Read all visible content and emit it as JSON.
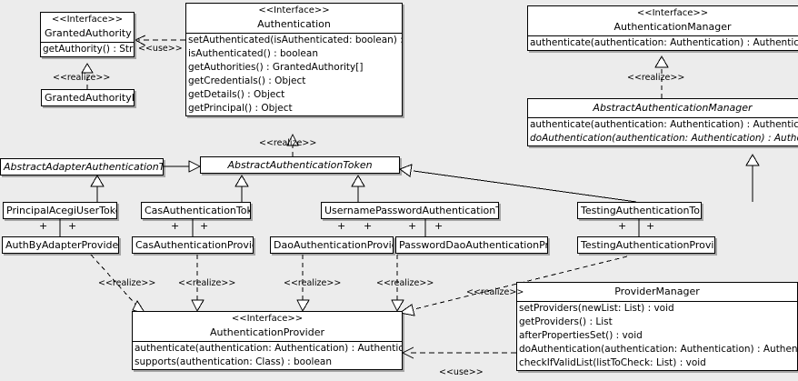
{
  "diagram": {
    "kind": "uml-class-diagram",
    "background": "#ececec",
    "line_color": "#000000",
    "box_fill": "#ffffff"
  },
  "stereotypes": {
    "interface": "<<Interface>>",
    "realize": "<<realize>>",
    "use": "<<use>>"
  },
  "classes": {
    "granted_authority": {
      "stereotype": "<<Interface>>",
      "name": "GrantedAuthority",
      "operations": [
        "getAuthority() : String"
      ]
    },
    "granted_authority_impl": {
      "name": "GrantedAuthorityImpl"
    },
    "authentication": {
      "stereotype": "<<Interface>>",
      "name": "Authentication",
      "operations": [
        "setAuthenticated(isAuthenticated: boolean) : void",
        "isAuthenticated() : boolean",
        "getAuthorities() : GrantedAuthority[]",
        "getCredentials() : Object",
        "getDetails() : Object",
        "getPrincipal() : Object"
      ]
    },
    "authentication_manager": {
      "stereotype": "<<Interface>>",
      "name": "AuthenticationManager",
      "operations": [
        "authenticate(authentication: Authentication) : Authentication"
      ]
    },
    "abstract_authentication_manager": {
      "name": "AbstractAuthenticationManager",
      "operations": [
        "authenticate(authentication: Authentication) : Authentication",
        "doAuthentication(authentication: Authentication) : Authentication"
      ]
    },
    "abstract_adapter_authentication_token": {
      "name": "AbstractAdapterAuthenticationToken"
    },
    "abstract_authentication_token": {
      "name": "AbstractAuthenticationToken"
    },
    "principal_acegi_user_token": {
      "name": "PrincipalAcegiUserToken"
    },
    "cas_authentication_token": {
      "name": "CasAuthenticationToken"
    },
    "username_password_authentication_token": {
      "name": "UsernamePasswordAuthenticationToken"
    },
    "testing_authentication_token": {
      "name": "TestingAuthenticationToken"
    },
    "auth_by_adapter_provider": {
      "name": "AuthByAdapterProvider"
    },
    "cas_authentication_provider": {
      "name": "CasAuthenticationProvider"
    },
    "dao_authentication_provider": {
      "name": "DaoAuthenticationProvider"
    },
    "password_dao_authentication_provider": {
      "name": "PasswordDaoAuthenticationProvider"
    },
    "testing_authentication_provider": {
      "name": "TestingAuthenticationProvider"
    },
    "authentication_provider": {
      "stereotype": "<<Interface>>",
      "name": "AuthenticationProvider",
      "operations": [
        "authenticate(authentication: Authentication) : Authentication",
        "supports(authentication: Class) : boolean"
      ]
    },
    "provider_manager": {
      "name": "ProviderManager",
      "operations": [
        "setProviders(newList: List) : void",
        "getProviders() : List",
        "afterPropertiesSet() : void",
        "doAuthentication(authentication: Authentication) : Authentication",
        "checkIfValidList(listToCheck: List) : void"
      ]
    }
  },
  "edge_labels": {
    "use_authentication_grantedauthority": "<<use>>",
    "realize_grantedauthorityimpl": "<<realize>>",
    "realize_abstract_token_authentication": "<<realize>>",
    "realize_abstract_auth_manager": "<<realize>>",
    "realize_authbyadapter": "<<realize>>",
    "realize_cas": "<<realize>>",
    "realize_dao": "<<realize>>",
    "realize_passworddao": "<<realize>>",
    "realize_providermanager": "<<realize>>",
    "use_providermanager": "<<use>>"
  },
  "role_markers": {
    "plus": "+"
  }
}
